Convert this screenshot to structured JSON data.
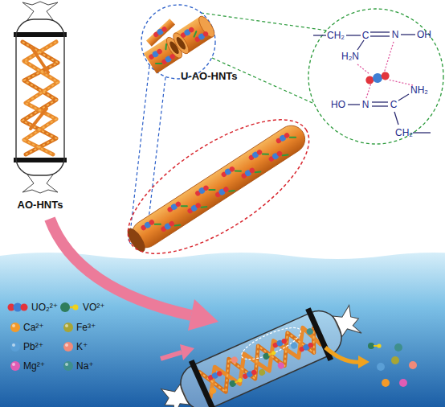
{
  "diagram": {
    "nodes": [
      {
        "text": [
          "AO-HNTs"
        ]
      },
      {
        "text": [
          "U-AO-HNTs"
        ]
      }
    ],
    "labels": [
      "CH₂",
      "C",
      "N",
      "OH",
      "H₂N",
      "HO",
      "N",
      "C",
      "NH₂",
      "CH₂"
    ],
    "legend": [
      {
        "text": "UO₂²⁺"
      },
      {
        "text": "VO²⁺"
      },
      {
        "text": "Ca²⁺",
        "color": "#f39a2a"
      },
      {
        "text": "Fe³⁺",
        "color": "#a8a535"
      },
      {
        "text": "Pb²⁺",
        "color": "#5a9fd6"
      },
      {
        "text": "K⁺",
        "color": "#f08a7a"
      },
      {
        "text": "Mg²⁺",
        "color": "#e05cb4"
      },
      {
        "text": "Na⁺",
        "color": "#3f8f8c"
      }
    ]
  }
}
